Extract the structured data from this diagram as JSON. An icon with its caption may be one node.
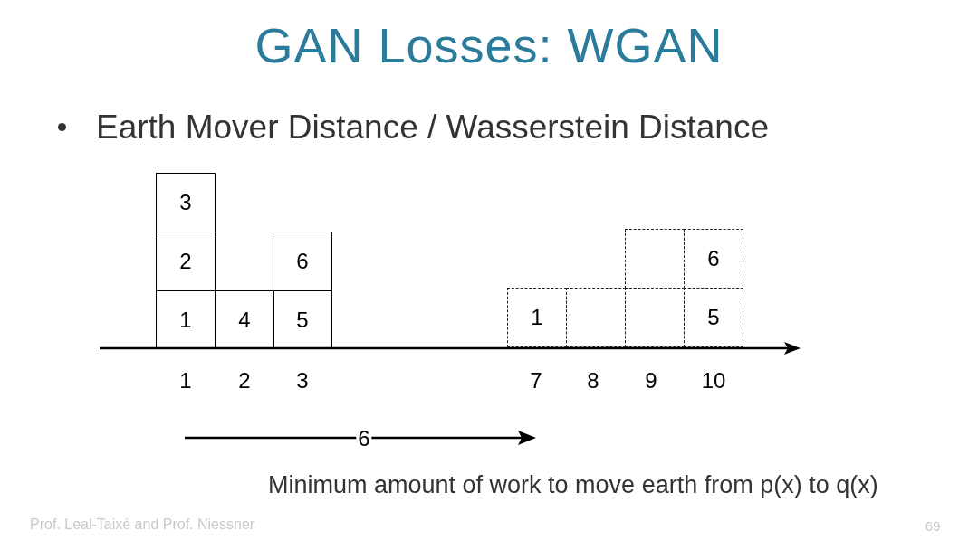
{
  "diagram": {
    "title": "GAN Losses: WGAN",
    "caption": "Minimum amount of work to move earth from p(x) to q(x)",
    "nodes": [
      {
        "text": [
          "3"
        ]
      },
      {
        "text": [
          "2"
        ]
      },
      {
        "text": [
          "6"
        ]
      },
      {
        "text": [],
        "shape": "box"
      },
      {
        "text": [
          "6"
        ]
      },
      {
        "text": [
          "1"
        ]
      },
      {
        "text": [
          "4"
        ]
      },
      {
        "text": [
          "5"
        ]
      },
      {
        "text": [
          "1"
        ]
      },
      {
        "text": [],
        "shape": "box"
      },
      {
        "text": [],
        "shape": "box"
      },
      {
        "text": [
          "5"
        ]
      }
    ],
    "labels": [
      "Earth Mover Distance / Wasserstein Distance",
      "1",
      "2",
      "3",
      "7",
      "8",
      "9",
      "10",
      "6",
      "Prof. Leal-Taixé and Prof. Niessner",
      "69"
    ]
  }
}
